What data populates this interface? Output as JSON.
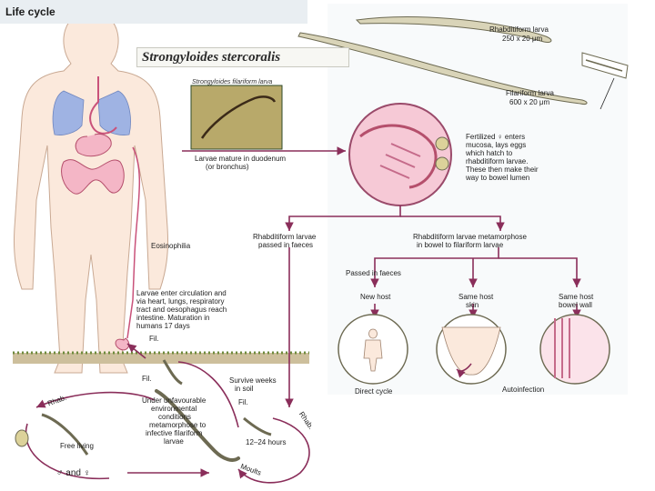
{
  "header": {
    "title": "Life cycle",
    "species": "Strongyloides stercoralis"
  },
  "larvae": {
    "rhabditiform_name": "Rhabditiform larva",
    "rhabditiform_size": "250 x 20 μm",
    "filariform_name": "Filariform larva",
    "filariform_size": "600 x 20 μm"
  },
  "photo": {
    "caption": "Strongyloides filariform larva"
  },
  "body": {
    "duodenum": [
      "Larvae mature in duodenum",
      "(or bronchus)"
    ],
    "eosinophilia": "Eosinophilia",
    "circulation": [
      "Larvae enter circulation and",
      "via heart, lungs, respiratory",
      "tract and oesophagus reach",
      "intestine. Maturation in",
      "humans 17 days"
    ],
    "fil": "Fil."
  },
  "mucosa": [
    "Fertilized ♀ enters",
    "mucosa, lays eggs",
    "which hatch to",
    "rhabditiform larvae.",
    "These then make their",
    "way to bowel lumen"
  ],
  "branches": {
    "faeces_left": [
      "Rhabditiform larvae",
      "passed in faeces"
    ],
    "metamorphose": [
      "Rhabditiform larvae metamorphose",
      "in bowel to filariform larvae"
    ],
    "passed_in_faeces": "Passed in faeces"
  },
  "routes": {
    "new_host": "New host",
    "same_skin": [
      "Same host",
      "skin"
    ],
    "same_bowel": [
      "Same host",
      "bowel wall"
    ],
    "direct": "Direct cycle",
    "auto": "Autoinfection"
  },
  "soil": {
    "fil": "Fil.",
    "survive": [
      "Survive weeks",
      "in soil"
    ],
    "fil2": "Fil.",
    "unfavourable": [
      "Under unfavourable",
      "environmental",
      "conditions",
      "metamorphose to",
      "infective filariform",
      "larvae"
    ],
    "rhab_left": "Rhab.",
    "rhab_right": "Rhab.",
    "free_living": "Free living",
    "sexes": "♂ and ♀",
    "hours": "12–24 hours",
    "moults": "Moults"
  },
  "colors": {
    "arrow": "#8a2e5a",
    "tissue": "#f4b6c6",
    "lung": "#9fb3e3",
    "skin": "#fbe9dc"
  }
}
